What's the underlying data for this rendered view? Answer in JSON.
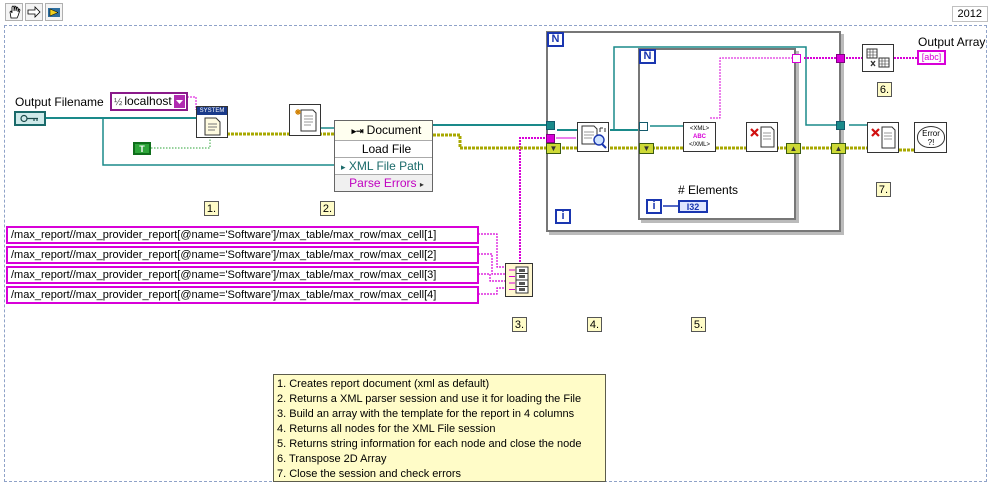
{
  "toolbar": {
    "tools": [
      {
        "icon": "hand-pointer-icon"
      },
      {
        "icon": "arrow-right-icon"
      },
      {
        "icon": "run-highlight-icon"
      }
    ],
    "version": "2012"
  },
  "controls": {
    "output_filename_label": "Output Filename",
    "document_type_value": "localhost",
    "document_type_prefix": "½",
    "bool_const": "T"
  },
  "nodes": {
    "system_badge": "SYSTEM",
    "document_property": {
      "header": "Document",
      "rows": [
        "Load File",
        "XML File Path",
        "Parse Errors"
      ]
    },
    "loop_count_terminal": "N",
    "iteration_terminal": "i",
    "elements_label": "# Elements",
    "i32_badge": "I32",
    "xml_badge_top": "<XML>",
    "xml_badge_mid": "ABC",
    "xml_badge_bot": "</XML>",
    "error_badge": "Error ?!"
  },
  "xpath_constants": [
    "/max_report//max_provider_report[@name='Software']/max_table/max_row/max_cell[1]",
    "/max_report//max_provider_report[@name='Software']/max_table/max_row/max_cell[2]",
    "/max_report//max_provider_report[@name='Software']/max_table/max_row/max_cell[3]",
    "/max_report//max_provider_report[@name='Software']/max_table/max_row/max_cell[4]"
  ],
  "step_labels": [
    "1.",
    "2.",
    "3.",
    "4.",
    "5.",
    "6.",
    "7."
  ],
  "output_array_label": "Output Array",
  "output_array_badge": "[abc]",
  "comment_lines": [
    "1. Creates report document (xml as default)",
    "2. Returns a XML parser session and use it for loading the File",
    "3. Build an array with the template for the report in 4 columns",
    "4. Returns all nodes for the XML File session",
    "5. Returns string information for each node and close the node",
    "6.  Transpose 2D Array",
    "7. Close the session and check errors"
  ],
  "colors": {
    "string_wire": "#d800d8",
    "refnum_wire": "#1a8a8a",
    "error_wire": "#a8a800",
    "bool_wire": "#2ea53a",
    "comment_bg": "#fffcc8"
  }
}
